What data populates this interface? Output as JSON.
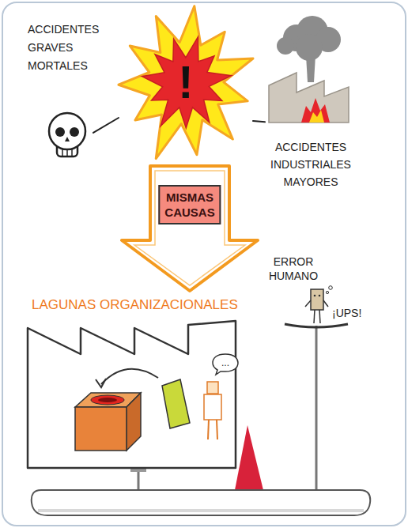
{
  "diagram": {
    "nodes": [
      {
        "text": [
          "ACCIDENTES GRAVES MORTALES"
        ]
      },
      {
        "text": [
          "!"
        ]
      },
      {
        "text": [
          "ACCIDENTES INDUSTRIALES MAYORES"
        ]
      },
      {
        "text": [
          "MISMAS CAUSAS"
        ]
      },
      {
        "text": [
          "LAGUNAS ORGANIZACIONALES"
        ]
      },
      {
        "text": [
          "..."
        ],
        "in": 4
      }
    ],
    "edges": [
      {
        "from": 0,
        "to": 1,
        "arrow": "none"
      },
      {
        "from": 1,
        "to": 2,
        "arrow": "none"
      }
    ],
    "labels": [
      "ERROR HUMANO",
      "¡UPS!"
    ]
  }
}
